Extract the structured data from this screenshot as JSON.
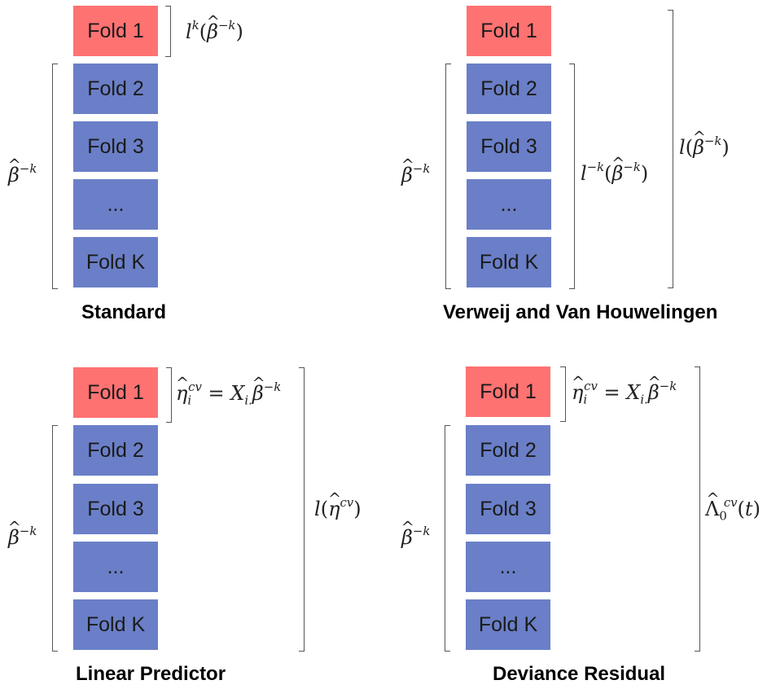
{
  "panels": [
    {
      "caption": "Standard",
      "folds": [
        "Fold 1",
        "Fold 2",
        "Fold 3",
        "...",
        "Fold K"
      ],
      "labels": {
        "left": "β̂⁻ᵏ",
        "test": "lᵏ(β̂⁻ᵏ)"
      }
    },
    {
      "caption": "Verweij and Van Houwelingen",
      "folds": [
        "Fold 1",
        "Fold 2",
        "Fold 3",
        "...",
        "Fold K"
      ],
      "labels": {
        "left": "β̂⁻ᵏ",
        "train": "l⁻ᵏ(β̂⁻ᵏ)",
        "all": "l(β̂⁻ᵏ)"
      }
    },
    {
      "caption": "Linear Predictor",
      "folds": [
        "Fold 1",
        "Fold 2",
        "Fold 3",
        "...",
        "Fold K"
      ],
      "labels": {
        "left": "β̂⁻ᵏ",
        "test": "η̂ᵢᶜᵛ = Xᵢ.β̂⁻ᵏ",
        "all": "l(η̂ᶜᵛ)"
      }
    },
    {
      "caption": "Deviance Residual",
      "folds": [
        "Fold 1",
        "Fold 2",
        "Fold 3",
        "...",
        "Fold K"
      ],
      "labels": {
        "left": "β̂⁻ᵏ",
        "test": "η̂ᵢᶜᵛ = Xᵢ.β̂⁻ᵏ",
        "all": "Λ̂₀ᶜᵛ(t)"
      }
    }
  ],
  "colors": {
    "test_fold": "#ff7272",
    "train_fold": "#6a7fc7"
  }
}
